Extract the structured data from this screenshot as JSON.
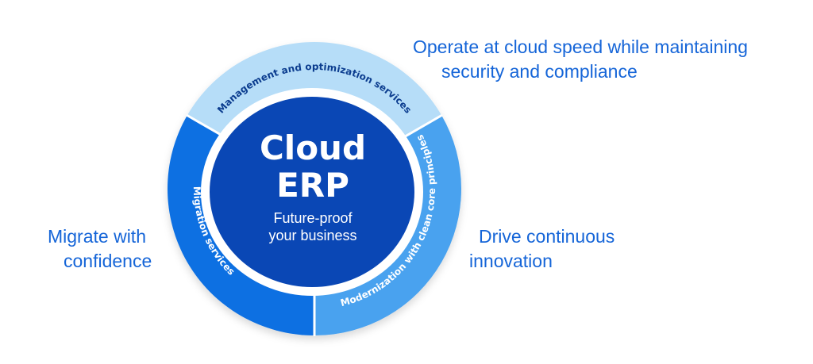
{
  "center": {
    "title_line1": "Cloud",
    "title_line2": "ERP",
    "subtitle_line1": "Future-proof",
    "subtitle_line2": "your business"
  },
  "ring_segments": [
    {
      "label": "Management and optimization services",
      "color": "#b6ddf8",
      "text_color": "#0c3d8f"
    },
    {
      "label": "Modernization with clean core principles",
      "color": "#4aa2ef",
      "text_color": "#ffffff"
    },
    {
      "label": "Migration services",
      "color": "#0b6fe2",
      "text_color": "#ffffff"
    }
  ],
  "outcomes": {
    "top_right": [
      "Operate at cloud speed while maintaining",
      "security and compliance"
    ],
    "left": [
      "Migrate with",
      "confidence"
    ],
    "right": [
      "Drive continuous",
      "innovation"
    ]
  },
  "colors": {
    "core": "#0a47b5",
    "outcome_text": "#1565d8"
  }
}
